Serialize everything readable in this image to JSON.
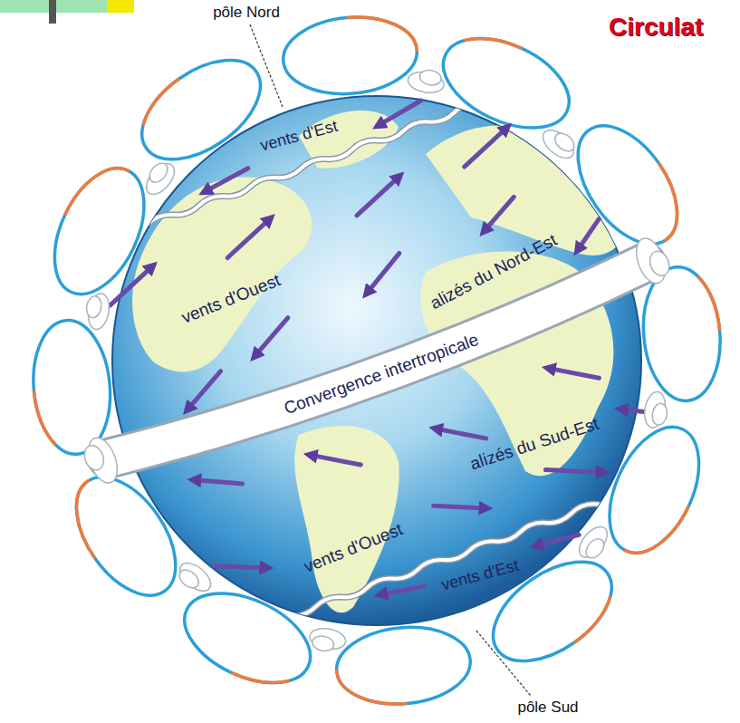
{
  "diagram": {
    "title": "Circulat",
    "labels": [
      "pôle Nord",
      "vents d'Est",
      "vents d'Ouest",
      "alizés du Nord-Est",
      "Convergence intertropicale",
      "alizés du Sud-Est",
      "vents d'Ouest",
      "vents d'Est",
      "pôle Sud"
    ]
  }
}
